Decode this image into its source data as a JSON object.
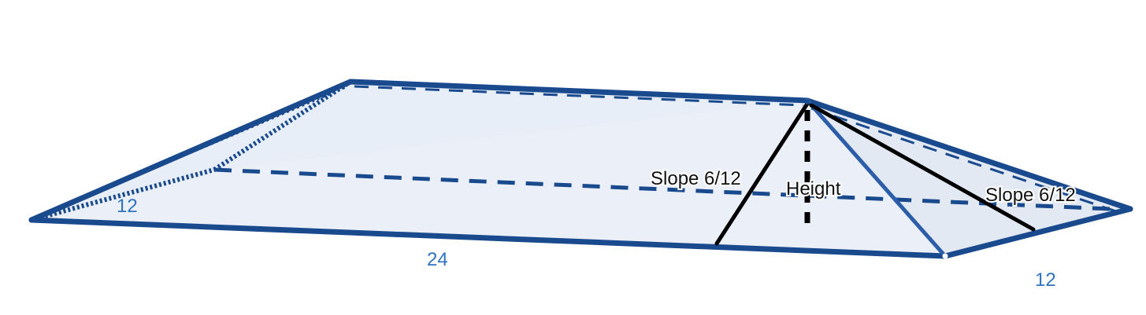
{
  "colors": {
    "edge": "#1a4a8e",
    "label_blue": "#2f73c0",
    "face_fill": "#e6ecf6",
    "face_fill_light": "#eef2f9",
    "black": "#000000",
    "white_dot": "#ffffff"
  },
  "labels": {
    "left_width": "12",
    "front_length": "24",
    "right_width": "12",
    "slope_front": "Slope 6/12",
    "height": "Height",
    "slope_right": "Slope 6/12"
  }
}
